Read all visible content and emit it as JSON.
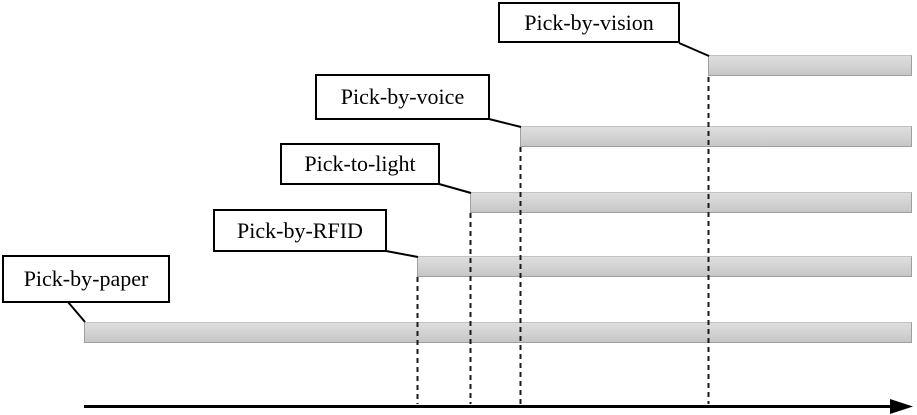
{
  "diagram": {
    "kind": "timeline-diagram",
    "items": [
      {
        "label": "Pick-by-vision"
      },
      {
        "label": "Pick-by-voice"
      },
      {
        "label": "Pick-to-light"
      },
      {
        "label": "Pick-by-RFID"
      },
      {
        "label": "Pick-by-paper"
      }
    ],
    "colors": {
      "bar_fill": "#d4d4d4",
      "bar_border": "#9f9f9f",
      "label_box_fill": "#ffffff",
      "label_box_border": "#000000",
      "line_color": "#000000",
      "background": "#ffffff"
    }
  }
}
